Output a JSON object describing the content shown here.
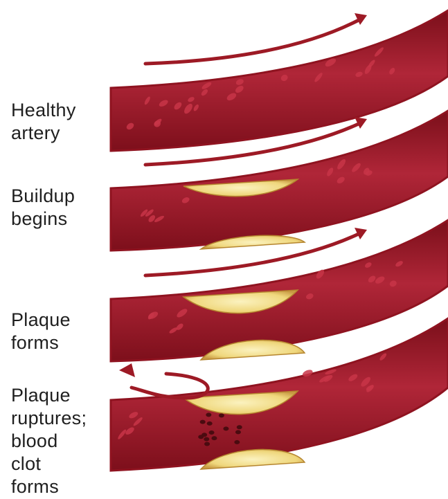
{
  "stages": [
    {
      "id": "healthy",
      "label": "Healthy\nartery"
    },
    {
      "id": "buildup",
      "label": "Buildup\nbegins"
    },
    {
      "id": "plaque",
      "label": "Plaque\nforms"
    },
    {
      "id": "rupture",
      "label": "Plaque\nruptures;\nblood\nclot\nforms"
    }
  ],
  "colors": {
    "artery_wall": "#8f1320",
    "artery_lumen": "#b3273a",
    "cell": "#c83548",
    "plaque": "#f6e7a3",
    "arrow": "#9d1a25",
    "clot": "#4a0b10"
  },
  "flow_direction": [
    "forward",
    "forward",
    "forward",
    "reversed"
  ]
}
